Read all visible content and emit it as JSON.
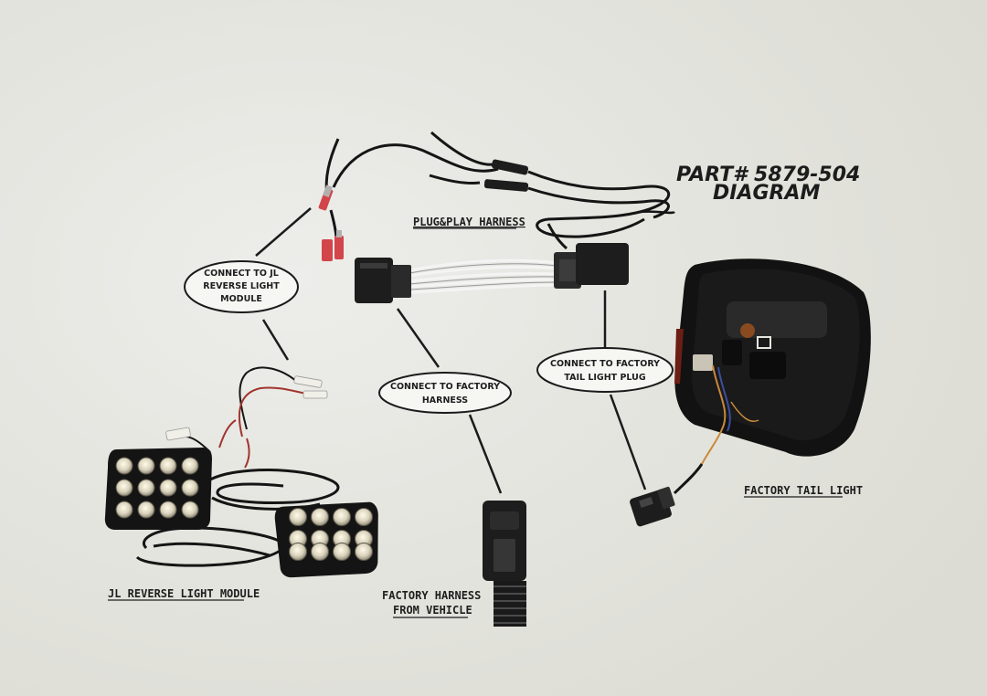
{
  "title": {
    "line1": "PART# 5879-504",
    "line2": "DIAGRAM"
  },
  "labels": {
    "plug_play_harness": "PLUG&PLAY HARNESS",
    "factory_tail_light": "FACTORY TAIL LIGHT",
    "jl_reverse_light_module": "JL REVERSE LIGHT MODULE",
    "factory_harness_from_vehicle": [
      "FACTORY HARNESS",
      "FROM VEHICLE"
    ]
  },
  "callouts": {
    "connect_jl_module": [
      "CONNECT TO JL",
      "REVERSE LIGHT",
      "MODULE"
    ],
    "connect_factory_harness": [
      "CONNECT TO FACTORY",
      "HARNESS"
    ],
    "connect_tail_light_plug": [
      "CONNECT TO FACTORY",
      "TAIL LIGHT PLUG"
    ]
  },
  "colors": {
    "background": "#e6e6e0",
    "ink": "#1c1c1c",
    "wire": "#151515",
    "connector": "#1d1d1d",
    "terminal_red": "#d2454a",
    "harness_white": "#f4f4f4"
  }
}
